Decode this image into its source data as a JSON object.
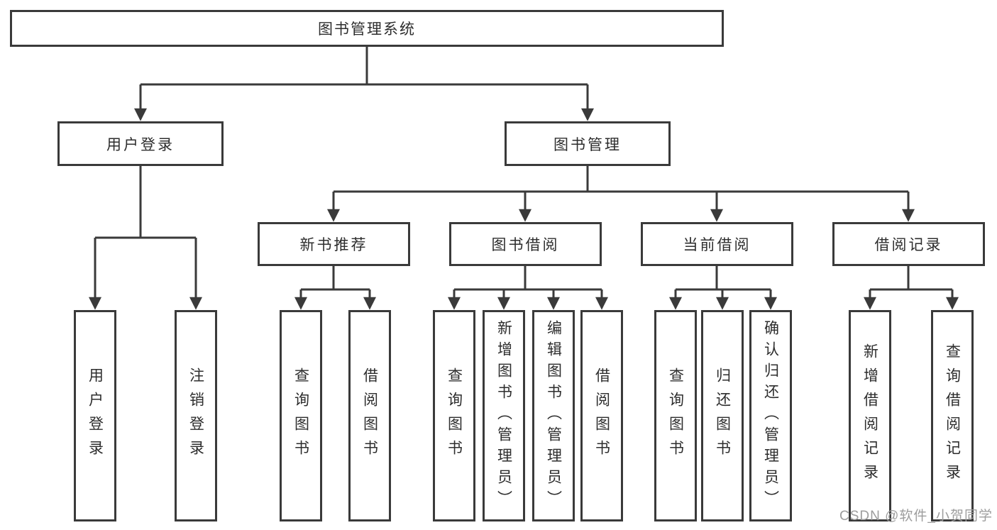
{
  "diagram": {
    "root": {
      "label": "图书管理系统",
      "children": [
        {
          "label": "用户登录",
          "children": [
            {
              "label": "用户登录"
            },
            {
              "label": "注销登录"
            }
          ]
        },
        {
          "label": "图书管理",
          "children": [
            {
              "label": "新书推荐",
              "children": [
                {
                  "label": "查询图书"
                },
                {
                  "label": "借阅图书"
                }
              ]
            },
            {
              "label": "图书借阅",
              "children": [
                {
                  "label": "查询图书"
                },
                {
                  "label": "新增图书（管理员）"
                },
                {
                  "label": "编辑图书（管理员）"
                },
                {
                  "label": "借阅图书"
                }
              ]
            },
            {
              "label": "当前借阅",
              "children": [
                {
                  "label": "查询图书"
                },
                {
                  "label": "归还图书"
                },
                {
                  "label": "确认归还（管理员）"
                }
              ]
            },
            {
              "label": "借阅记录",
              "children": [
                {
                  "label": "新增借阅记录"
                },
                {
                  "label": "查询借阅记录"
                }
              ]
            }
          ]
        }
      ]
    }
  },
  "watermark": {
    "text": "CSDN @软件_小贺同学"
  },
  "colors": {
    "line": "#3a3a3a",
    "box_border": "#3a3a3a",
    "text": "#2d2d2d",
    "watermark": "#9d9d9d",
    "background": "#ffffff"
  }
}
